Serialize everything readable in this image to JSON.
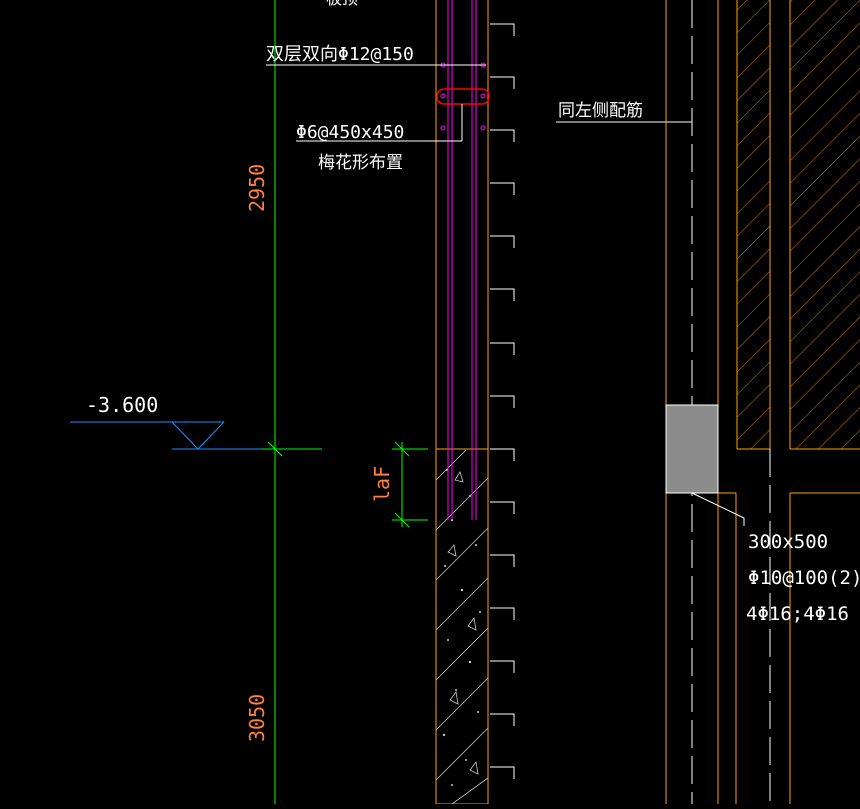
{
  "drawing": {
    "labels": {
      "top_cut": "板顶",
      "double_layer_rebar": "双层双向Φ12@150",
      "tie_bar_spec": "Φ6@450x450",
      "tie_bar_layout": "梅花形布置",
      "same_as_left": "同左侧配筋",
      "elevation": "-3.600",
      "dim_upper": "2950",
      "dim_lower": "3050",
      "anchorage": "laF",
      "beam_size": "300x500",
      "beam_stirrup": "Φ10@100(2)",
      "beam_main_bars": "4Φ16;4Φ16"
    },
    "colors": {
      "background": "#000000",
      "white_line": "#ffffff",
      "wall_outline": "#ffa500",
      "rebar_magenta": "#ff00ff",
      "dimension_green": "#00ff00",
      "dimension_text": "#ff8040",
      "elevation_blue": "#1e90ff",
      "highlight_red": "#ff0000",
      "beam_fill": "#8c8c8c",
      "hatch": "#c8c8c8"
    }
  }
}
